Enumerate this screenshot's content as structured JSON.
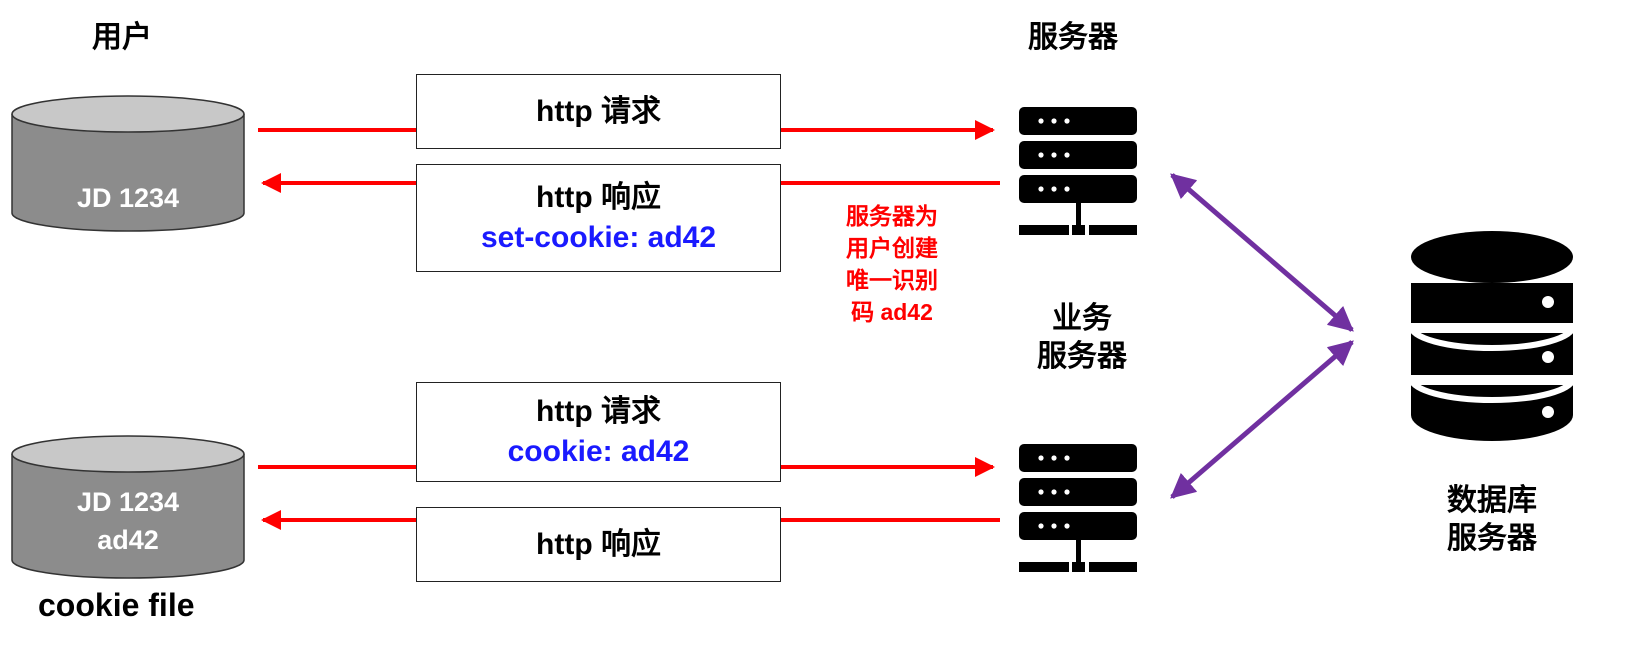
{
  "labels": {
    "user": "用户",
    "server": "服务器",
    "business_server": [
      "业务",
      "服务器"
    ],
    "db_server": [
      "数据库",
      "服务器"
    ],
    "cookie_file": "cookie file"
  },
  "cylinders": {
    "top": [
      "JD 1234"
    ],
    "bottom": [
      "JD 1234",
      "ad42"
    ]
  },
  "boxes": {
    "req1": [
      "http 请求"
    ],
    "resp1": [
      "http 响应",
      "set-cookie: ad42"
    ],
    "req2": [
      "http 请求",
      "cookie: ad42"
    ],
    "resp2": [
      "http 响应"
    ]
  },
  "note": [
    "服务器为",
    "用户创建",
    "唯一识别",
    "码 ad42"
  ],
  "colors": {
    "arrow_red": "#ff0000",
    "arrow_purple": "#7030a0",
    "cylinder_gray": "#8c8c8c",
    "cookie_blue": "#1a1aff"
  },
  "icons": {
    "server": "server-rack-icon",
    "database": "database-icon",
    "storage": "cylinder-storage-icon"
  }
}
